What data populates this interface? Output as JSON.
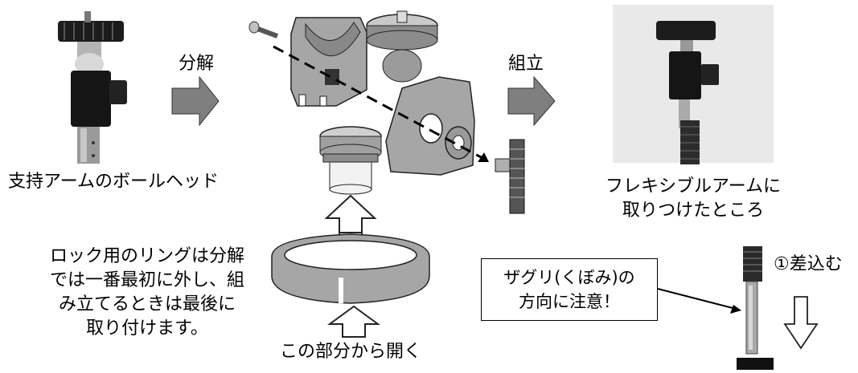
{
  "labels": {
    "disassemble": "分解",
    "assemble": "組立",
    "ball_head": "支持アームのボールヘッド",
    "flexible_arm_line1": "フレキシブルアームに",
    "flexible_arm_line2": "取りつけたところ",
    "lock_ring_line1": "ロック用のリングは分解",
    "lock_ring_line2": "では一番最初に外し、組",
    "lock_ring_line3": "み立てるときは最後に",
    "lock_ring_line4": "取り付けます。",
    "open_here": "この部分から開く",
    "counterbore_line1": "ザグリ(くぼみ)の",
    "counterbore_line2": "方向に注意！",
    "insert_step": "①差込む"
  },
  "colors": {
    "arrow_fill": "#7f7f7f",
    "part_gray": "#a6a6a6",
    "part_dark": "#222222",
    "photo_bg": "#e9e9e9"
  }
}
